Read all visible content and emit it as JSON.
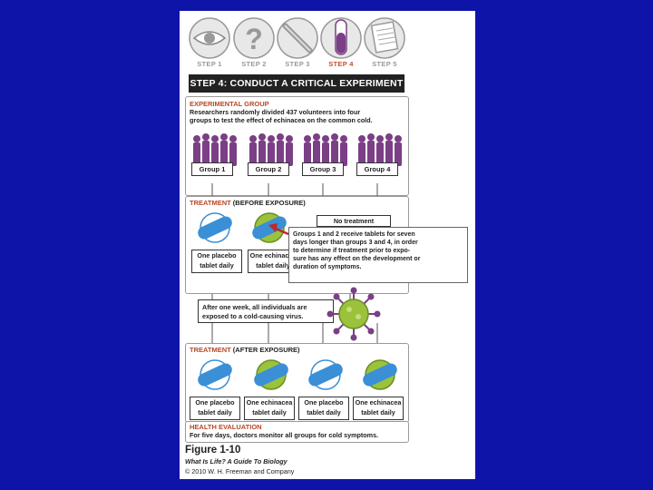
{
  "steps": [
    "STEP 1",
    "STEP 2",
    "STEP 3",
    "STEP 4",
    "STEP 5"
  ],
  "active_step": "STEP 4",
  "title": "STEP 4: CONDUCT A CRITICAL EXPERIMENT",
  "experimental_group": {
    "heading": "EXPERIMENTAL GROUP",
    "line1": "Researchers randomly divided 437 volunteers into four",
    "line2": "groups to test the effect of echinacea on the common cold."
  },
  "groups": [
    "Group 1",
    "Group 2",
    "Group 3",
    "Group 4"
  ],
  "treatment_before": {
    "heading": "TREATMENT",
    "heading_rest": "(BEFORE EXPOSURE)",
    "placebo_line1": "One placebo",
    "placebo_line2": "tablet daily",
    "echinacea_line1": "One echinacea",
    "echinacea_line2": "tablet daily",
    "no_treatment": "No treatment"
  },
  "callout": {
    "lines": [
      "Groups 1 and 2 receive tablets for seven",
      "days longer than groups 3 and 4, in order",
      "to determine if treatment prior to expo-",
      "sure has any effect on the development or",
      "duration of symptoms."
    ]
  },
  "exposure": {
    "line1": "After one week, all individuals are",
    "line2": "exposed to a cold-causing virus."
  },
  "treatment_after": {
    "heading": "TREATMENT",
    "heading_rest": "(AFTER EXPOSURE)",
    "tablets": [
      {
        "line1": "One placebo",
        "line2": "tablet daily"
      },
      {
        "line1": "One echinacea",
        "line2": "tablet daily"
      },
      {
        "line1": "One placebo",
        "line2": "tablet daily"
      },
      {
        "line1": "One echinacea",
        "line2": "tablet daily"
      }
    ]
  },
  "health_evaluation": {
    "heading": "HEALTH EVALUATION",
    "text": "For five days, doctors monitor all groups for cold symptoms."
  },
  "caption": {
    "figure": "Figure 1-10",
    "source": "What Is Life? A Guide To Biology",
    "copyright": "© 2010 W. H. Freeman and Company"
  },
  "colors": {
    "background": "#0f14a8",
    "accent": "#c0522e",
    "purple": "#7b3f86",
    "placebo_blue": "#3a8fd6",
    "echinacea_green": "#9ac23c"
  }
}
